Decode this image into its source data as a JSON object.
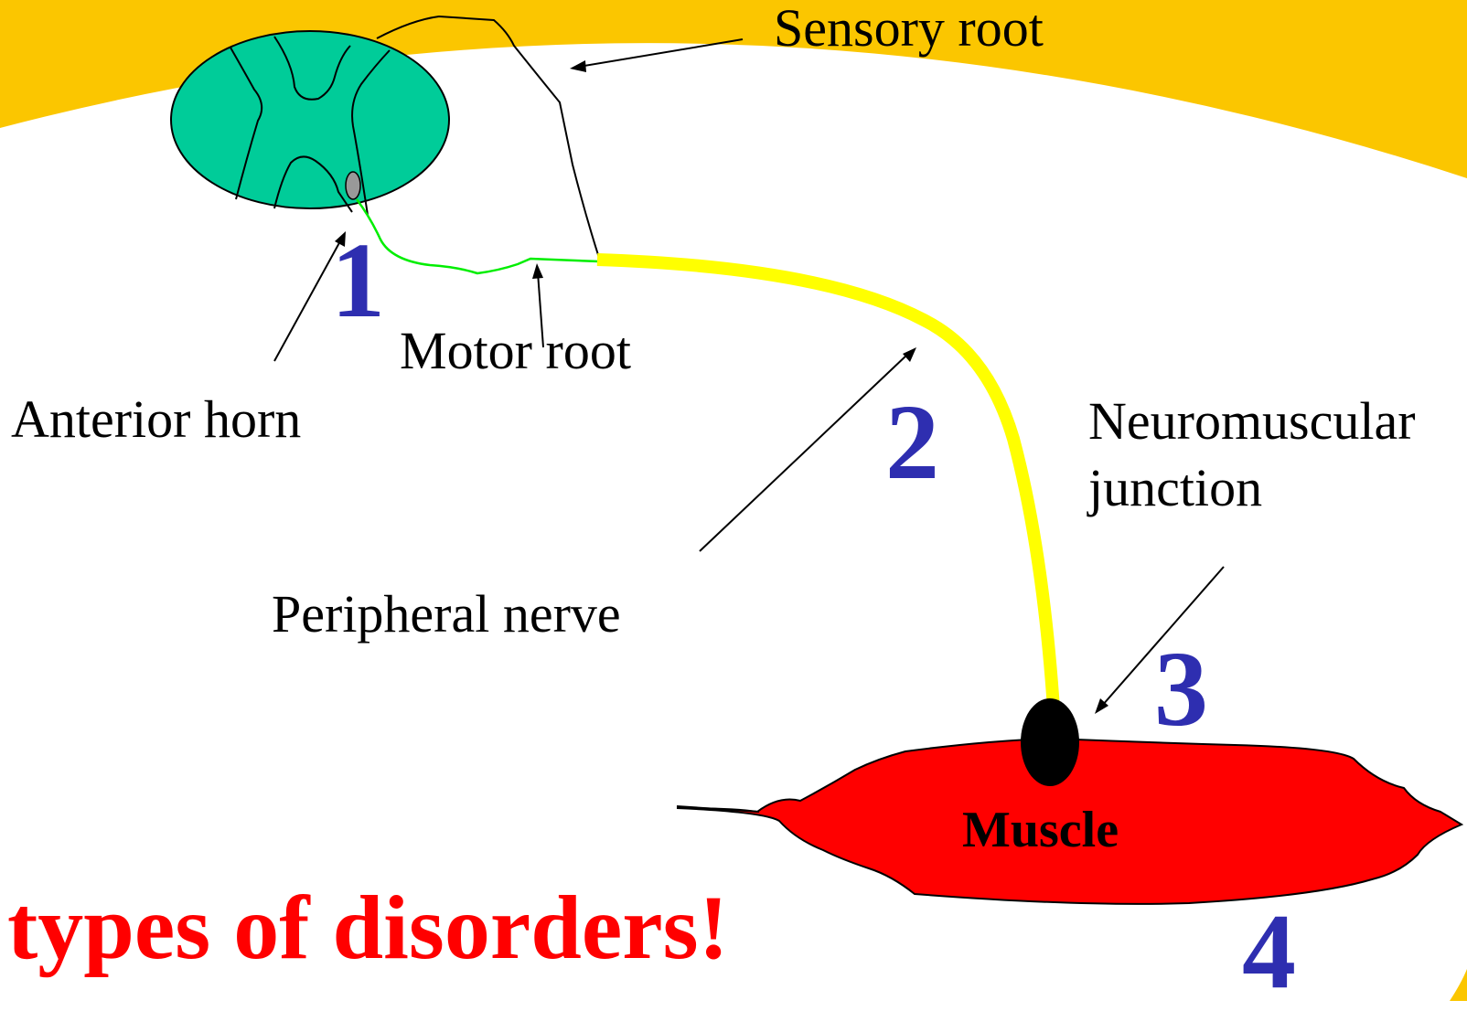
{
  "labels": {
    "sensory_root": "Sensory root",
    "motor_root": "Motor root",
    "anterior_horn": "Anterior horn",
    "neuromuscular_junction_line1": "Neuromuscular",
    "neuromuscular_junction_line2": "junction",
    "peripheral_nerve": "Peripheral nerve",
    "muscle": "Muscle"
  },
  "numbers": {
    "n1": "1",
    "n2": "2",
    "n3": "3",
    "n4": "4"
  },
  "title": "types of disorders!",
  "colors": {
    "background_band": "#fbc600",
    "spinal_cord": "#00cc99",
    "motor_axon": "#00ee00",
    "peripheral_nerve": "#ffff00",
    "muscle": "#ff0000",
    "number": "#2e2eb0",
    "title": "#ff0000"
  }
}
